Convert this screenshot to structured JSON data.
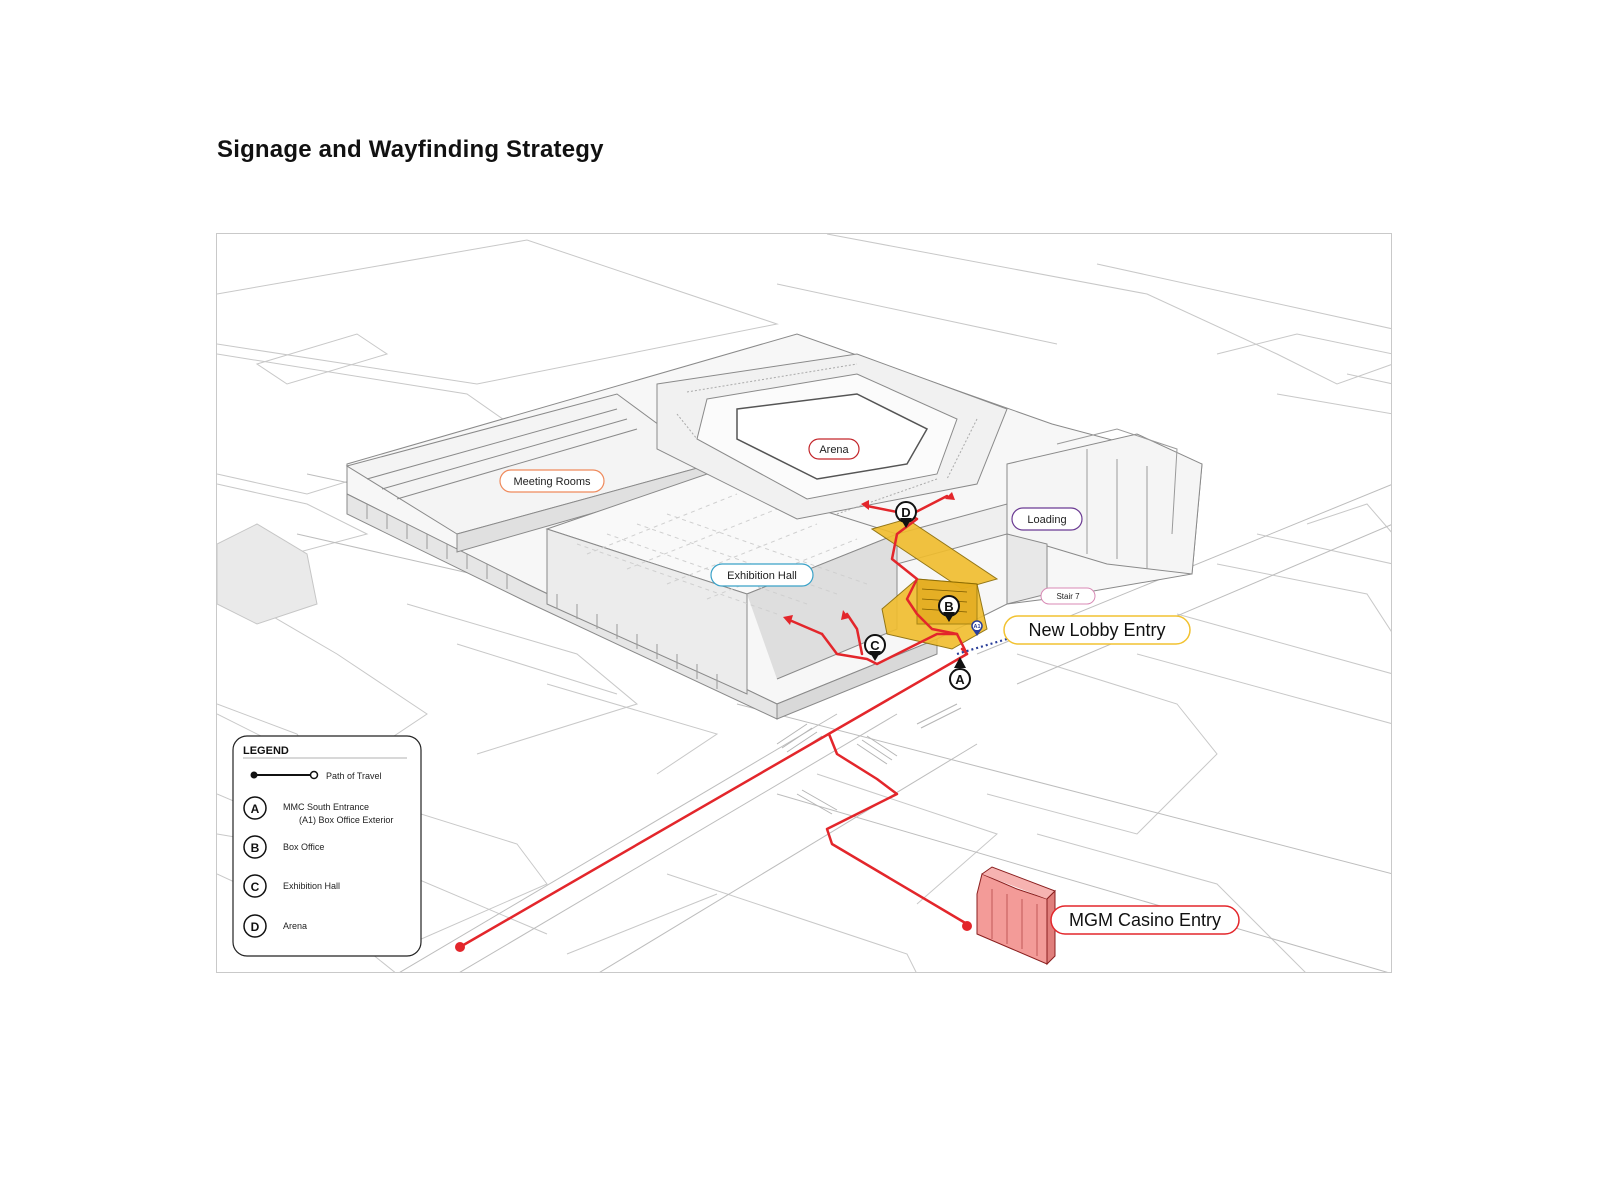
{
  "title": "Signage and Wayfinding Strategy",
  "labels": {
    "arena": "Arena",
    "meeting_rooms": "Meeting Rooms",
    "exhibition_hall": "Exhibition Hall",
    "loading": "Loading",
    "stair": "Stair 7",
    "new_lobby": "New Lobby Entry",
    "mgm": "MGM Casino Entry"
  },
  "markers": {
    "a": "A",
    "b": "B",
    "c": "C",
    "d": "D",
    "a1": "A1"
  },
  "legend": {
    "title": "LEGEND",
    "path": "Path of Travel",
    "items": [
      {
        "letter": "A",
        "line1": "MMC South Entrance",
        "line2": "(A1) Box Office Exterior"
      },
      {
        "letter": "B",
        "line1": "Box Office",
        "line2": ""
      },
      {
        "letter": "C",
        "line1": "Exhibition Hall",
        "line2": ""
      },
      {
        "letter": "D",
        "line1": "Arena",
        "line2": ""
      }
    ]
  },
  "colors": {
    "path": "#e3262b",
    "arena": "#c3262b",
    "meeting": "#ef8a5c",
    "exhibition": "#3aa2c8",
    "loading": "#6b3b93",
    "stair": "#d88ab5",
    "lobby": "#f2c230",
    "mgm": "#e3262b",
    "building_yellow": "#f1bd2d",
    "casino_fill": "#f39b98"
  }
}
